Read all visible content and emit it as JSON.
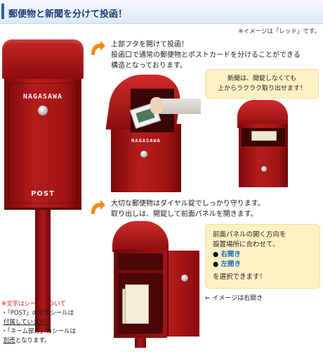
{
  "header": {
    "title": "郵便物と新聞を分けて投函！"
  },
  "image_note": "※イメージは「レッド」です。",
  "section1": {
    "lines": [
      "上部フタを開けて投函！",
      "投函口で通常の郵便物とポストカードを分けることができる",
      "構造となっております。"
    ],
    "callout_lines": [
      "新聞は、開錠しなくても",
      "上からラクラク取り出せます！"
    ]
  },
  "section2": {
    "lines": [
      "大切な郵便物はダイヤル錠でしっかり守ります。",
      "取り出しは、開錠して前面パネルを開きます。"
    ],
    "callout": {
      "line1": "前面パネルの開く方向を",
      "line2": "設置場所に合わせて、",
      "option_right": "右開き",
      "option_left": "左開き",
      "line3": "を選択できます！"
    },
    "right_open_note": "← イメージは右開き"
  },
  "product": {
    "brand": "NAGASAWA",
    "post_label": "POST"
  },
  "sticker_note": {
    "heading": "※文字はシールについて",
    "line1a": "・「POST」の文字シールは",
    "line1b": "付属しています。",
    "line2a": "・「ネーム部分」のシールは",
    "line2b_pre": "別売",
    "line2b_post": "となります。"
  },
  "colors": {
    "accent": "#2b5ea8",
    "product_red": "#b51c1c",
    "callout_bg": "#fdf1c3",
    "arrow_orange": "#f08a1c",
    "option_blue": "#1b6fc9"
  }
}
